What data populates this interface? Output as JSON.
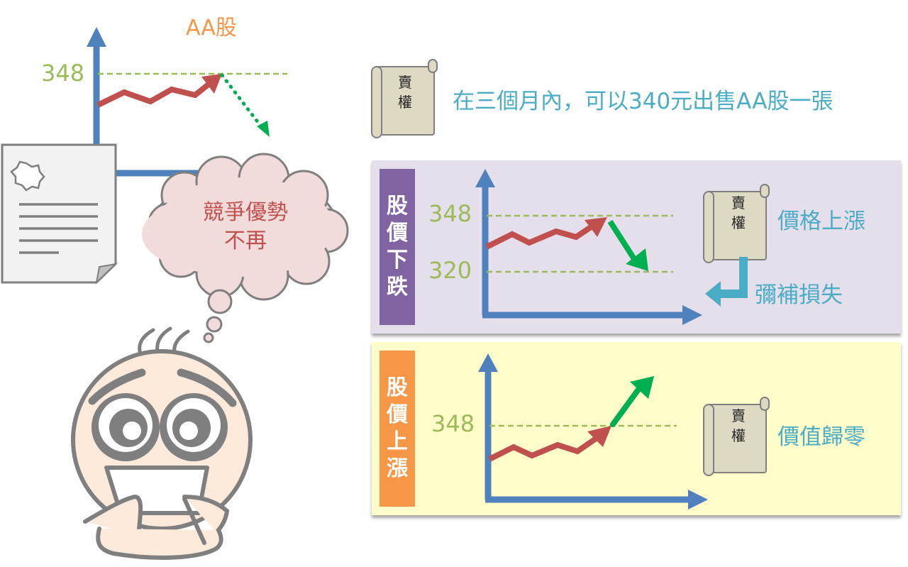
{
  "diagram": {
    "title": "AA股",
    "main_chart": {
      "price_label": "348",
      "axis_color": "#4f81bd",
      "trend_color": "#c0504d",
      "drop_color": "#00b050",
      "guide_color": "#9bbb59"
    },
    "certificate_icon": "document-certificate-icon",
    "thought_bubble": {
      "line1": "競爭優勢",
      "line2": "不再"
    },
    "character_icon": "worried-face-character-icon",
    "scroll": {
      "char1": "賣",
      "char2": "權"
    },
    "statement": "在三個月內，可以340元出售AA股一張",
    "panels": [
      {
        "id": "fall",
        "label_chars": [
          "股",
          "價",
          "下",
          "跌"
        ],
        "label_color": "#8064a2",
        "background": "#e5dfec",
        "price_high": "348",
        "price_low": "320",
        "result_text": "價格上漲",
        "note_text": "彌補損失"
      },
      {
        "id": "rise",
        "label_chars": [
          "股",
          "價",
          "上",
          "漲"
        ],
        "label_color": "#f79646",
        "background": "#fffdc9",
        "price_high": "348",
        "result_text": "價值歸零"
      }
    ]
  },
  "colors": {
    "accent_text": "#4bacc6",
    "title_orange": "#f79646",
    "bubble_text": "#c0504d"
  }
}
